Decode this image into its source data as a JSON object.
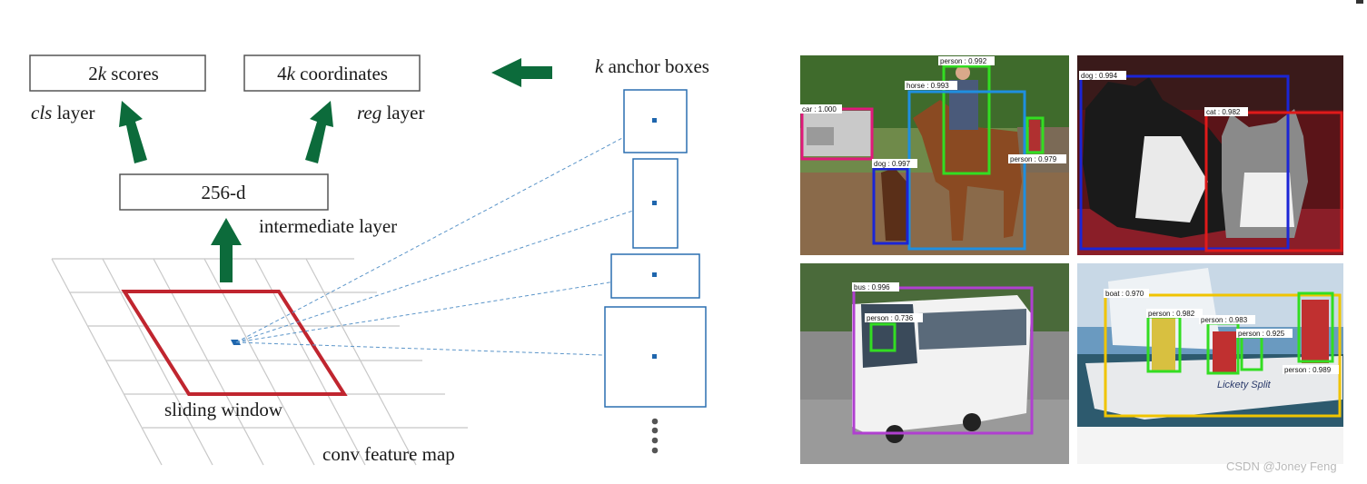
{
  "diagram": {
    "scores": {
      "num": "2",
      "var": "k",
      "text": " scores"
    },
    "coordinates": {
      "num": "4",
      "var": "k",
      "text": " coordinates"
    },
    "cls_layer": {
      "var": "cls",
      "text": " layer"
    },
    "reg_layer": {
      "var": "reg",
      "text": " layer"
    },
    "intermediate_box": "256-d",
    "intermediate_label": "intermediate layer",
    "sliding_window": "sliding window",
    "feature_map": "conv feature map",
    "anchor_title": {
      "var": "k",
      "text": " anchor boxes"
    }
  },
  "colors": {
    "arrow": "#0c6b3b",
    "window": "#c0252f",
    "anchor": "#2a6fb0",
    "grid": "#c8c8c8",
    "box": "#555555"
  },
  "photos": [
    {
      "name": "photo-horse",
      "detections": [
        {
          "label": "car : 1.000",
          "color": "#e0197b"
        },
        {
          "label": "person : 0.992",
          "color": "#33dd22"
        },
        {
          "label": "horse : 0.993",
          "color": "#1f8fe0"
        },
        {
          "label": "dog : 0.997",
          "color": "#1b25d6"
        },
        {
          "label": "person : 0.979",
          "color": "#33dd22"
        }
      ]
    },
    {
      "name": "photo-dog-cat",
      "detections": [
        {
          "label": "dog : 0.994",
          "color": "#1b25d6"
        },
        {
          "label": "cat : 0.982",
          "color": "#e01a1a"
        }
      ]
    },
    {
      "name": "photo-bus",
      "detections": [
        {
          "label": "bus : 0.996",
          "color": "#b040d0"
        },
        {
          "label": "person : 0.736",
          "color": "#33dd22"
        }
      ]
    },
    {
      "name": "photo-boat",
      "detections": [
        {
          "label": "boat : 0.970",
          "color": "#f0c400"
        },
        {
          "label": "person : 0.982",
          "color": "#33dd22"
        },
        {
          "label": "person : 0.983",
          "color": "#33dd22"
        },
        {
          "label": "person : 0.925",
          "color": "#33dd22"
        },
        {
          "label": "person : 0.989",
          "color": "#33dd22"
        }
      ]
    }
  ],
  "watermark": "CSDN @Joney Feng"
}
